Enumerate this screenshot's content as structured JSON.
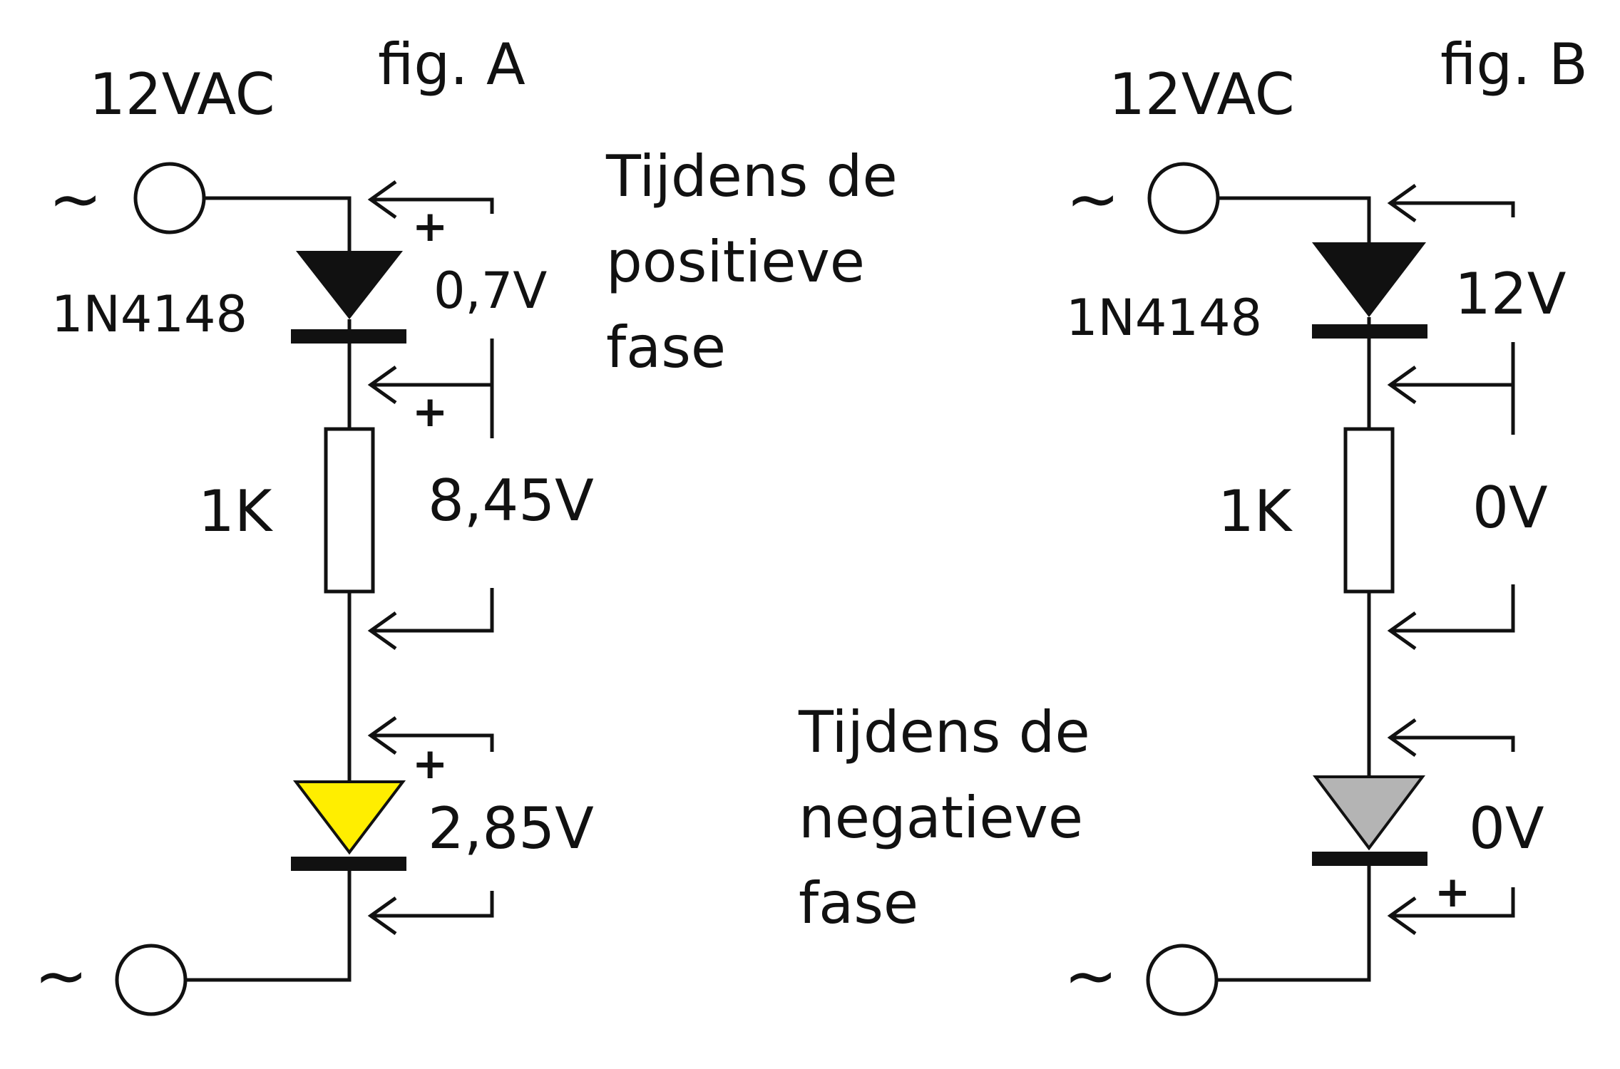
{
  "figA": {
    "title": "fig. A",
    "supply": "12VAC",
    "ac_symbol": "~",
    "diode_label": "1N4148",
    "resistor_label": "1K",
    "v_diode": "0,7V",
    "v_resistor": "8,45V",
    "v_led": "2,85V",
    "plus": "+",
    "phase_line1": "Tijdens de",
    "phase_line2": "positieve",
    "phase_line3": "fase",
    "led_color": "#ffee00"
  },
  "figB": {
    "title": "fig. B",
    "supply": "12VAC",
    "ac_symbol": "~",
    "diode_label": "1N4148",
    "resistor_label": "1K",
    "v_diode": "12V",
    "v_resistor": "0V",
    "v_led": "0V",
    "plus": "+",
    "phase_line1": "Tijdens de",
    "phase_line2": "negatieve",
    "phase_line3": "fase",
    "led_color": "#b4b4b4"
  }
}
